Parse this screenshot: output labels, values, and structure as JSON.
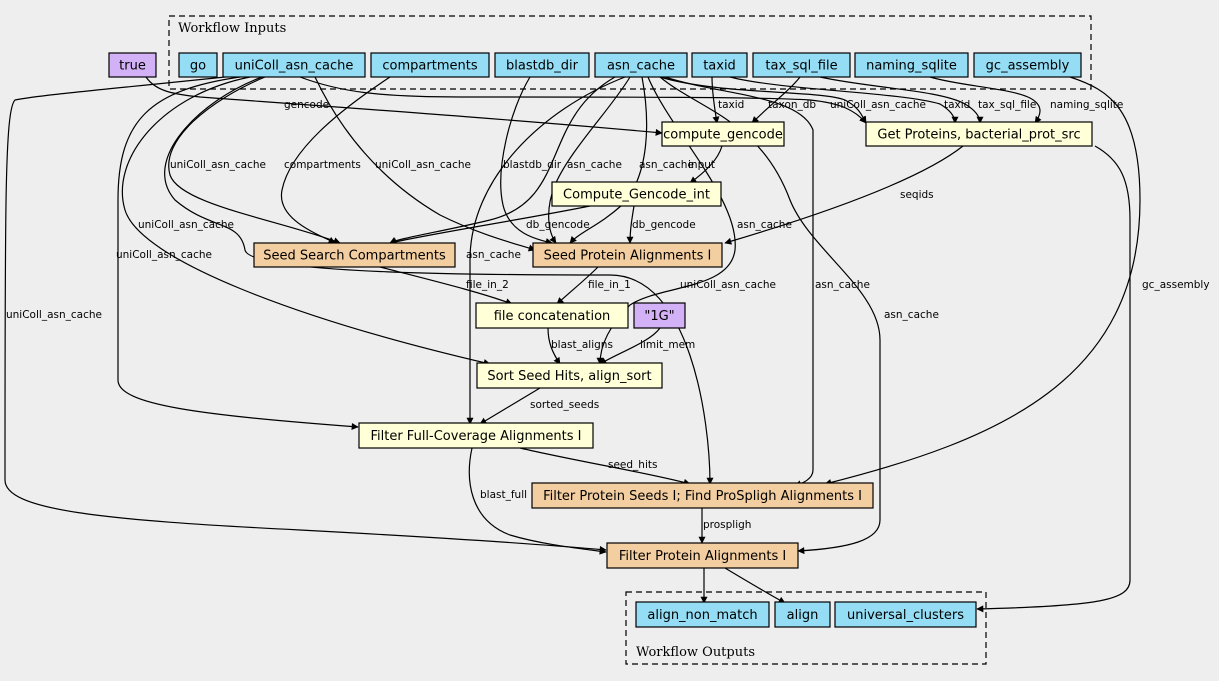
{
  "colors": {
    "background": "#eeeeee",
    "input": "#94ddf4",
    "step_light": "#ffffd8",
    "step_orange": "#f3cea1",
    "value": "#d3b1f7"
  },
  "clusters": {
    "inputs_label": "Workflow Inputs",
    "outputs_label": "Workflow Outputs"
  },
  "nodes": {
    "true_const": "true",
    "go": "go",
    "unicoll": "uniColl_asn_cache",
    "compartments": "compartments",
    "blastdb": "blastdb_dir",
    "asn_cache": "asn_cache",
    "taxid": "taxid",
    "tax_sql": "tax_sql_file",
    "naming": "naming_sqlite",
    "gc_assembly": "gc_assembly",
    "compute_gencode": "compute_gencode",
    "get_proteins": "Get Proteins, bacterial_prot_src",
    "compute_gencode_int": "Compute_Gencode_int",
    "seed_search": "Seed Search Compartments",
    "seed_protein": "Seed Protein Alignments I",
    "file_concat": "file concatenation",
    "one_g": "\"1G\"",
    "sort_seed": "Sort Seed Hits, align_sort",
    "filter_full": "Filter Full-Coverage Alignments I",
    "filter_seeds": "Filter Protein Seeds I; Find ProSpligh Alignments I",
    "filter_protein": "Filter Protein Alignments I",
    "align_non_match": "align_non_match",
    "align": "align",
    "universal_clusters": "universal_clusters"
  },
  "edge_labels": {
    "gencode": "gencode",
    "taxid_a": "taxid",
    "taxon_db": "taxon_db",
    "unicoll_getprot": "uniColl_asn_cache",
    "taxid_b": "taxid",
    "tax_sql_file": "tax_sql_file",
    "naming_sqlite": "naming_sqlite",
    "unicoll_seedsearch": "uniColl_asn_cache",
    "compartments": "compartments",
    "unicoll_seedprot": "uniColl_asn_cache",
    "blastdb_dir": "blastdb_dir",
    "asn_cache_seedprot": "asn_cache",
    "asn_cache_seedsearch": "asn_cache",
    "input": "input",
    "seqids": "seqids",
    "unicoll_sort": "uniColl_asn_cache",
    "db_gencode_a": "db_gencode",
    "db_gencode_b": "db_gencode",
    "asn_cache_sort": "asn_cache",
    "unicoll_filterfull": "uniColl_asn_cache",
    "asn_cache_filterfull": "asn_cache",
    "file_in_2": "file_in_2",
    "file_in_1": "file_in_1",
    "unicoll_filterseeds": "uniColl_asn_cache",
    "asn_cache_filterseeds": "asn_cache",
    "gc_assembly": "gc_assembly",
    "asn_cache_filterprot": "asn_cache",
    "unicoll_filterprot": "uniColl_asn_cache",
    "blast_aligns": "blast_aligns",
    "limit_mem": "limit_mem",
    "sorted_seeds": "sorted_seeds",
    "seed_hits": "seed_hits",
    "blast_full": "blast_full",
    "prospligh": "prospligh"
  }
}
